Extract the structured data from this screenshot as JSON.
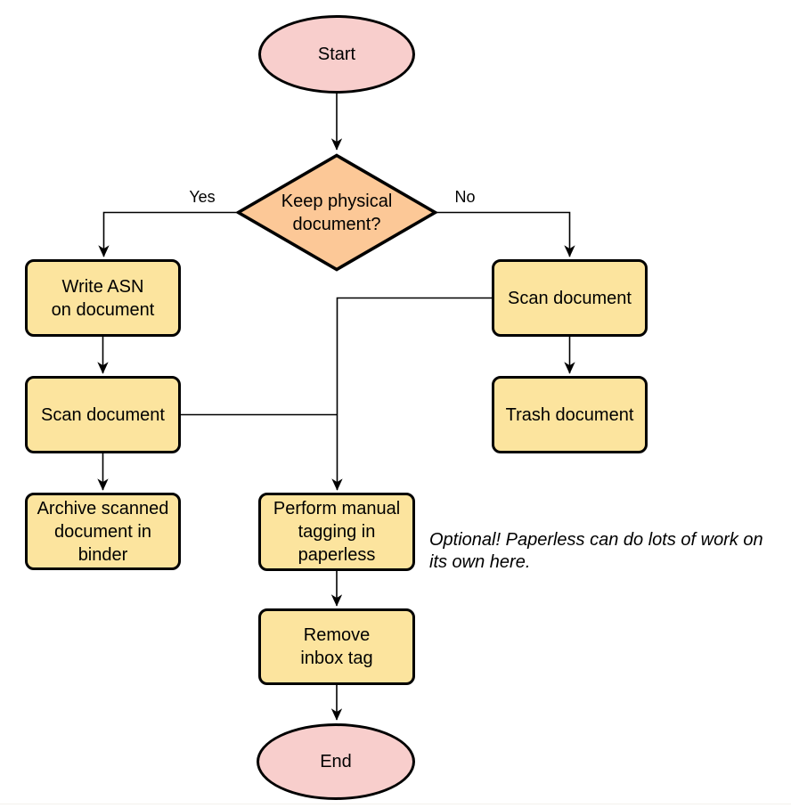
{
  "diagram": {
    "type": "flowchart",
    "nodes": {
      "start": {
        "label": "Start",
        "shape": "terminal",
        "fill": "#f8cecc"
      },
      "decision": {
        "label": "Keep physical\ndocument?",
        "shape": "decision",
        "fill": "#fcc897"
      },
      "write_asn": {
        "label": "Write ASN\non document",
        "shape": "process",
        "fill": "#fce49e"
      },
      "scan_left": {
        "label": "Scan document",
        "shape": "process",
        "fill": "#fce49e"
      },
      "archive": {
        "label": "Archive scanned\ndocument in\nbinder",
        "shape": "process",
        "fill": "#fce49e"
      },
      "scan_right": {
        "label": "Scan document",
        "shape": "process",
        "fill": "#fce49e"
      },
      "trash": {
        "label": "Trash document",
        "shape": "process",
        "fill": "#fce49e"
      },
      "tagging": {
        "label": "Perform manual\ntagging in\npaperless",
        "shape": "process",
        "fill": "#fce49e"
      },
      "remove_inbox": {
        "label": "Remove\ninbox tag",
        "shape": "process",
        "fill": "#fce49e"
      },
      "end": {
        "label": "End",
        "shape": "terminal",
        "fill": "#f8cecc"
      }
    },
    "edge_labels": {
      "yes": "Yes",
      "no": "No"
    },
    "annotation": "Optional! Paperless can do lots of work on\nits own here.",
    "colors": {
      "stroke": "#000000",
      "terminal_fill": "#f8cecc",
      "decision_fill": "#fcc897",
      "process_fill": "#fce49e",
      "text": "#000000"
    }
  }
}
